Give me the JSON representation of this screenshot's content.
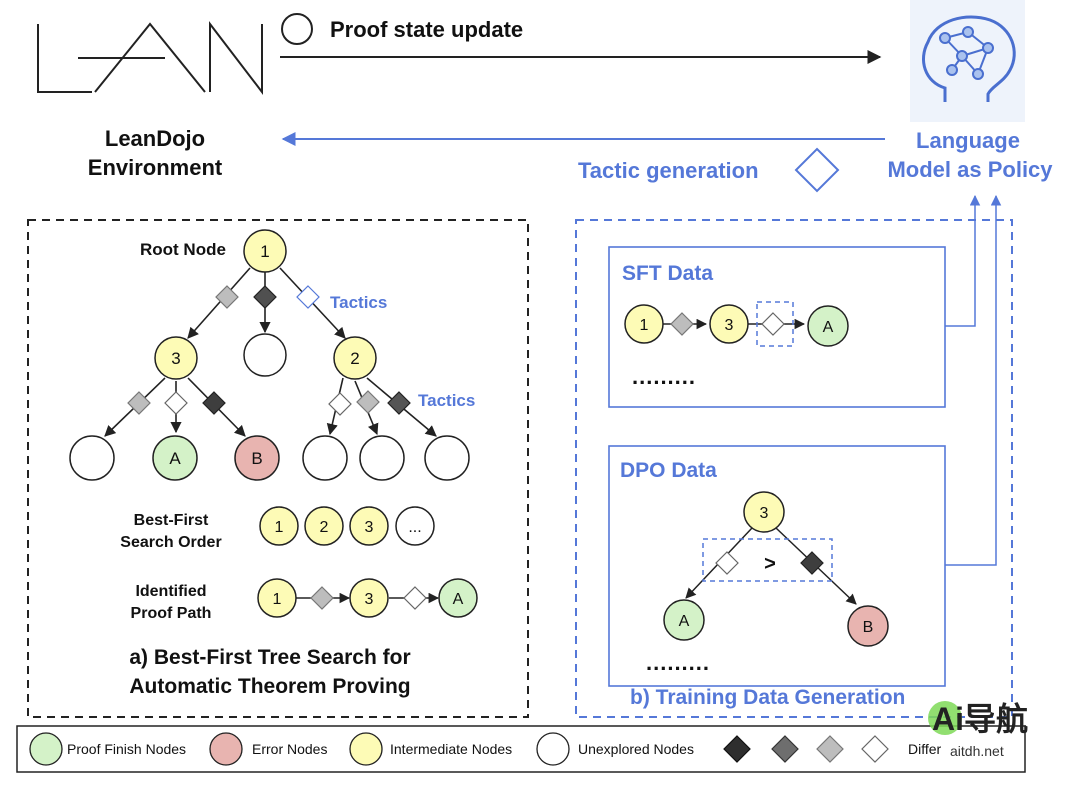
{
  "header": {
    "env_name_line1": "LeanDojo",
    "env_name_line2": "Environment",
    "proof_state_label": "Proof state update",
    "tactic_generation_label": "Tactic generation",
    "policy_line1": "Language",
    "policy_line2": "Model as Policy"
  },
  "tree_search": {
    "root_label": "Root Node",
    "root_node": "1",
    "level1_nodes": [
      "3",
      "",
      "2"
    ],
    "tactics_label": "Tactics",
    "leaves_under_3": [
      "",
      "A",
      "B"
    ],
    "leaves_under_2": [
      "",
      "",
      ""
    ],
    "best_first_label_line1": "Best-First",
    "best_first_label_line2": "Search Order",
    "search_order": [
      "1",
      "2",
      "3",
      "..."
    ],
    "proof_path_label_line1": "Identified",
    "proof_path_label_line2": "Proof Path",
    "proof_path": [
      "1",
      "3",
      "A"
    ],
    "caption_line1": "a) Best-First Tree Search for",
    "caption_line2": "Automatic Theorem Proving"
  },
  "training": {
    "sft_title": "SFT Data",
    "sft_sequence": [
      "1",
      "3",
      "A"
    ],
    "sft_ellipsis": ".........",
    "dpo_title": "DPO Data",
    "dpo_root": "3",
    "dpo_compare": ">",
    "dpo_leaves": [
      "A",
      "B"
    ],
    "dpo_ellipsis": ".........",
    "caption": "b)  Training Data Generation"
  },
  "legend": {
    "proof_finish": "Proof Finish Nodes",
    "error": "Error Nodes",
    "intermediate": "Intermediate Nodes",
    "unexplored": "Unexplored Nodes",
    "differ": "Differ"
  },
  "watermark": {
    "text": "Ai导航",
    "url": "aitdh.net"
  },
  "colors": {
    "green": "#d4f2c8",
    "red": "#e8b4b0",
    "yellow": "#fdfbb6",
    "blue": "#5578d8",
    "dark_gray": "#3e3e3e",
    "mid_gray": "#7a7a7a",
    "light_gray": "#bdbdbd"
  }
}
